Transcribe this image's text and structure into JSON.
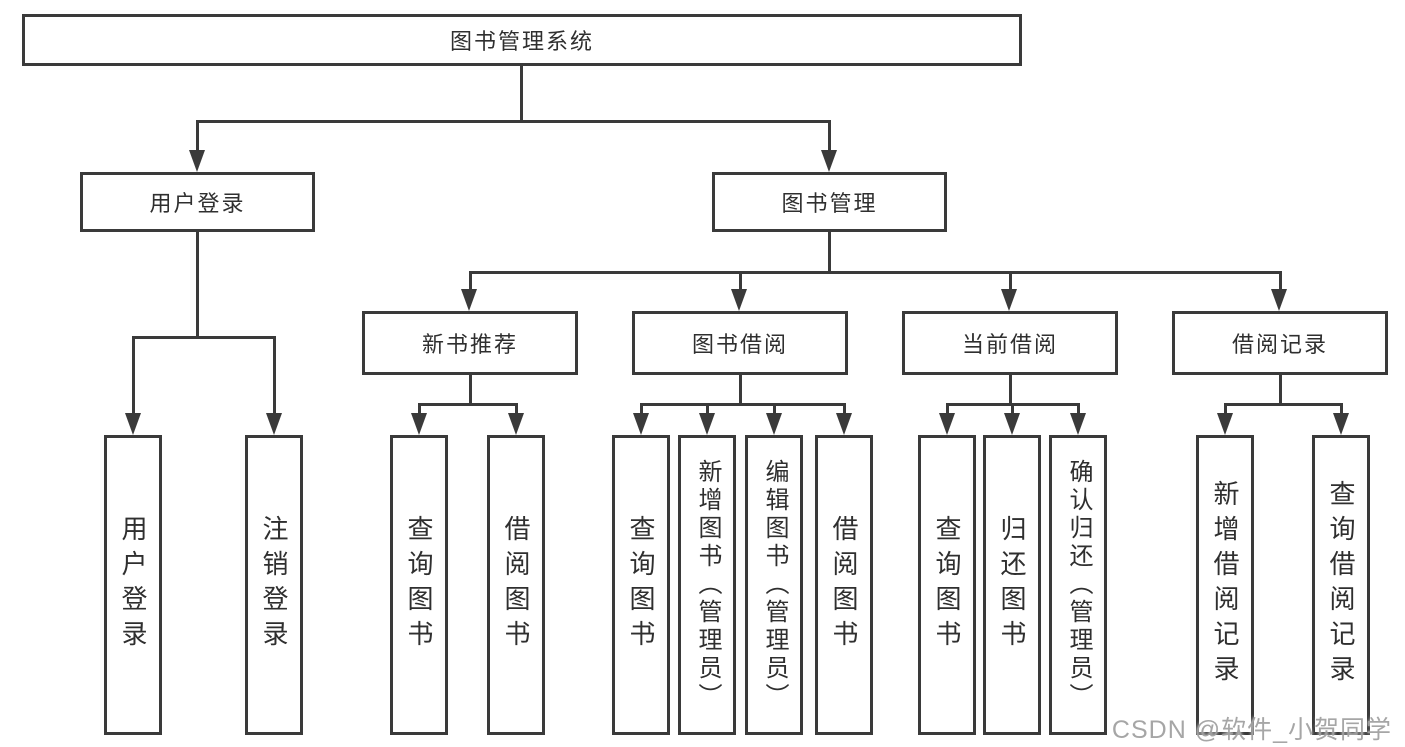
{
  "diagram": {
    "root": "图书管理系统",
    "level2": [
      "用户登录",
      "图书管理"
    ],
    "level3": [
      "新书推荐",
      "图书借阅",
      "当前借阅",
      "借阅记录"
    ],
    "leaves": [
      "用户登录",
      "注销登录",
      "查询图书",
      "借阅图书",
      "查询图书",
      "新增图书（管理员）",
      "编辑图书（管理员）",
      "借阅图书",
      "查询图书",
      "归还图书",
      "确认归还（管理员）",
      "新增借阅记录",
      "查询借阅记录"
    ]
  },
  "watermark": "CSDN @软件_小贺同学",
  "colors": {
    "line": "#3a3a3a",
    "text": "#2f2f2f",
    "background": "#ffffff",
    "watermark": "#9e9e9e"
  }
}
